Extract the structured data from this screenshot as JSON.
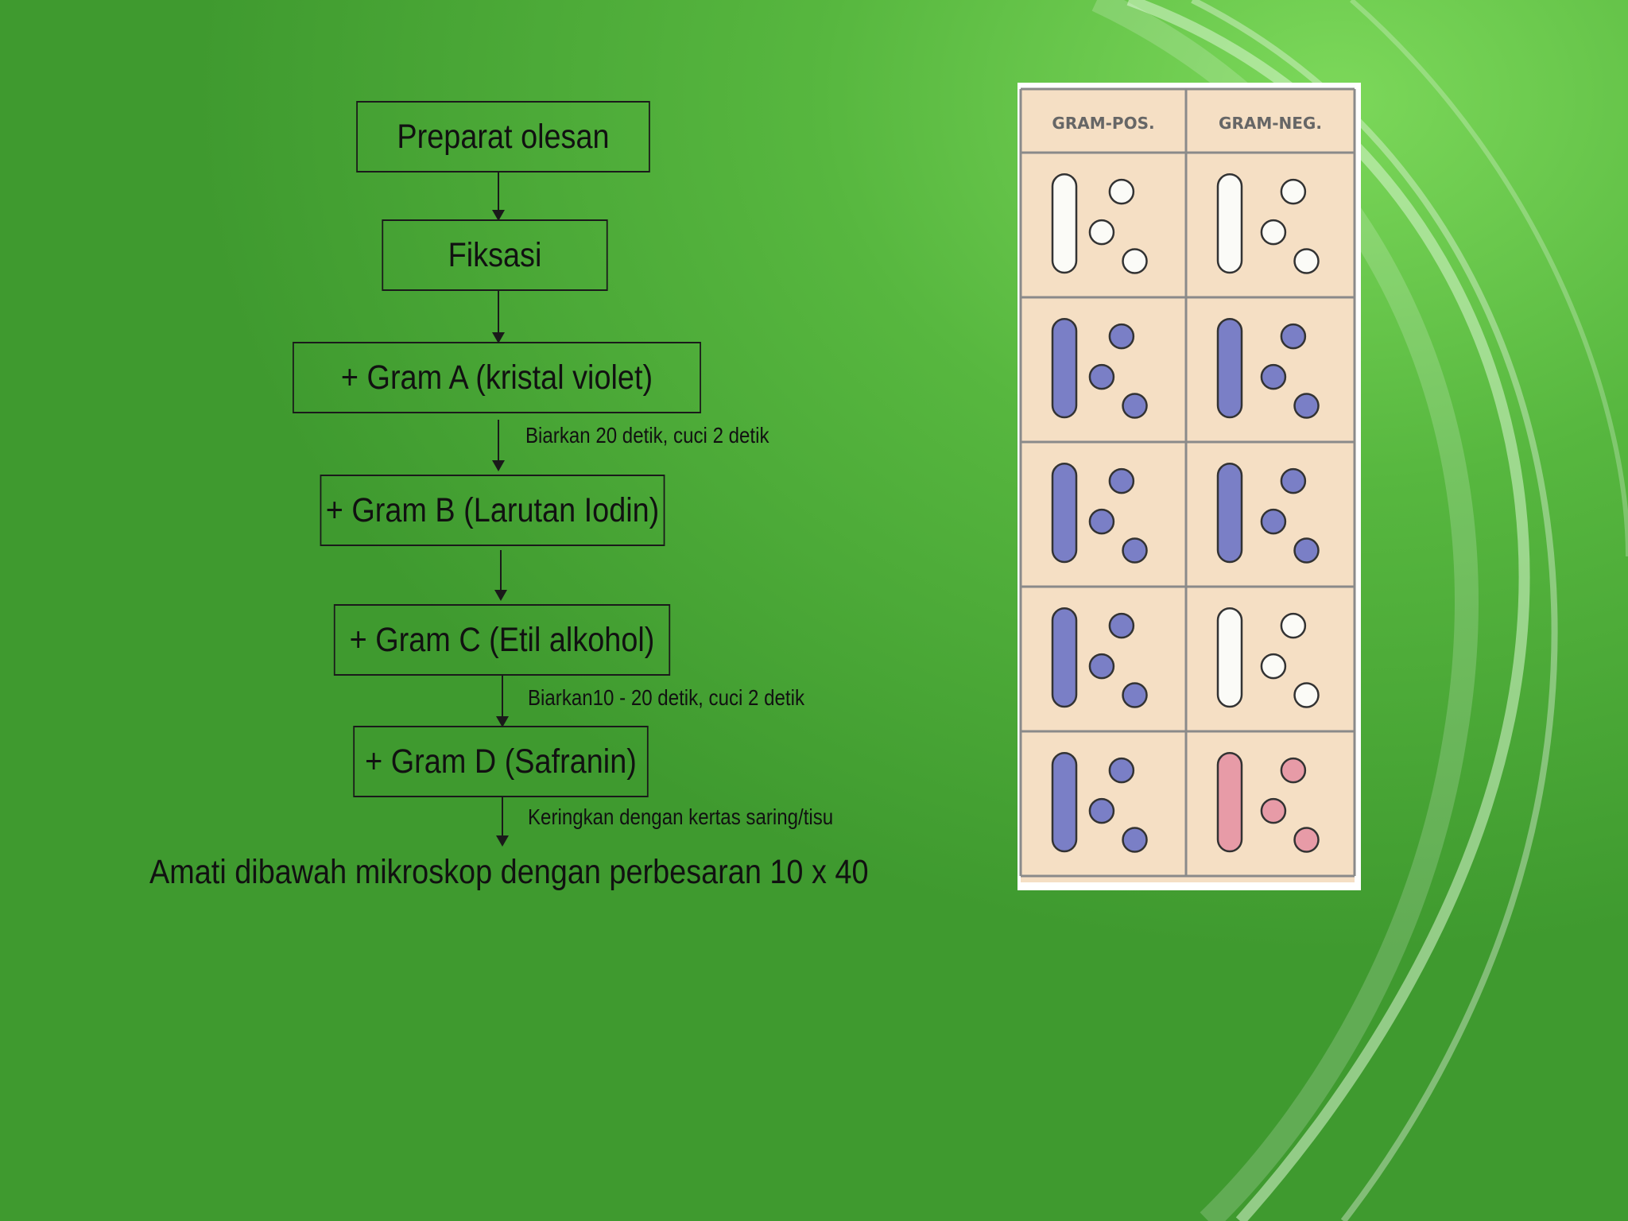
{
  "flowchart": {
    "steps": [
      "Preparat  olesan",
      "Fiksasi",
      "+ Gram A (kristal violet)",
      "+ Gram B (Larutan Iodin)",
      "+ Gram C (Etil alkohol)",
      "+ Gram D (Safranin)"
    ],
    "notes": [
      "Biarkan 20 detik, cuci 2 detik",
      "Biarkan10 - 20 detik, cuci 2 detik",
      "Keringkan dengan kertas saring/tisu"
    ],
    "final": "Amati dibawah mikroskop dengan perbesaran 10 x 40"
  },
  "gram_panel": {
    "headers": [
      "GRAM-POS.",
      "GRAM-NEG."
    ],
    "rows": [
      [
        "white",
        "white"
      ],
      [
        "violet",
        "violet"
      ],
      [
        "violet",
        "violet"
      ],
      [
        "violet",
        "white"
      ],
      [
        "violet",
        "pink"
      ]
    ],
    "colors": {
      "white": "#fbfbf7",
      "violet": "#7a7fc6",
      "pink": "#e79ba7",
      "cell_bg": "#f5dfc4",
      "grid": "#8a8a8a"
    }
  },
  "theme": {
    "background": "#4aa637",
    "text": "#111111"
  }
}
